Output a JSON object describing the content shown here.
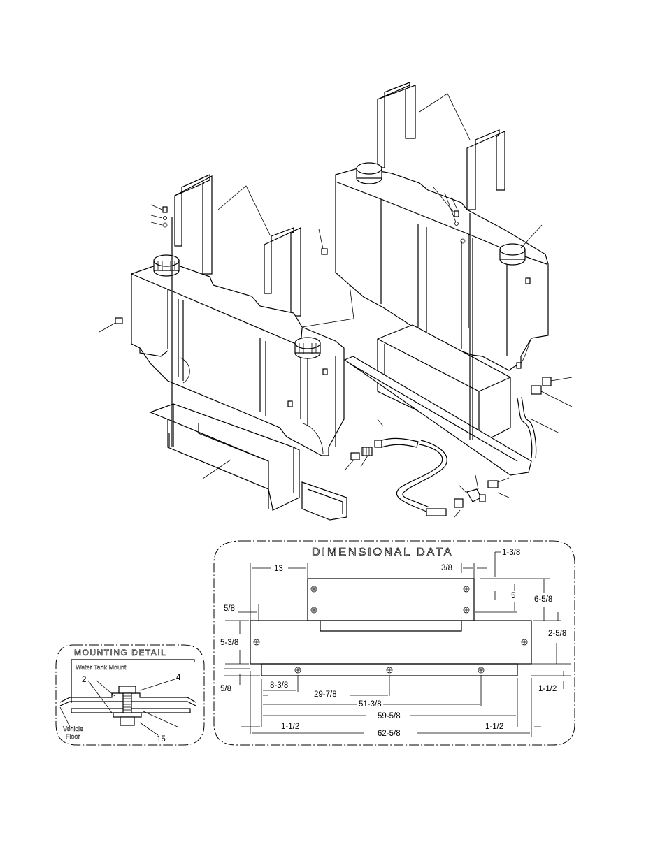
{
  "dimensional_data": {
    "title": "DIMENSIONAL DATA",
    "dims": {
      "d13": "13",
      "d3_8": "3/8",
      "d1_3_8": "1-3/8",
      "d5": "5",
      "d6_5_8": "6-5/8",
      "d5_8_top": "5/8",
      "d5_3_8": "5-3/8",
      "d2_5_8": "2-5/8",
      "d5_8_bot": "5/8",
      "d8_3_8": "8-3/8",
      "d29_7_8": "29-7/8",
      "d51_3_8": "51-3/8",
      "d59_5_8": "59-5/8",
      "d1_1_2_left": "1-1/2",
      "d1_1_2_right": "1-1/2",
      "d1_1_2_side": "1-1/2",
      "d62_5_8": "62-5/8"
    }
  },
  "mounting_detail": {
    "title": "MOUNTING DETAIL",
    "water_tank_mount": "Water Tank Mount",
    "vehicle_floor_line1": "Vehicle",
    "vehicle_floor_line2": "Floor",
    "callouts": {
      "c2": "2",
      "c4": "4",
      "c15": "15"
    }
  }
}
